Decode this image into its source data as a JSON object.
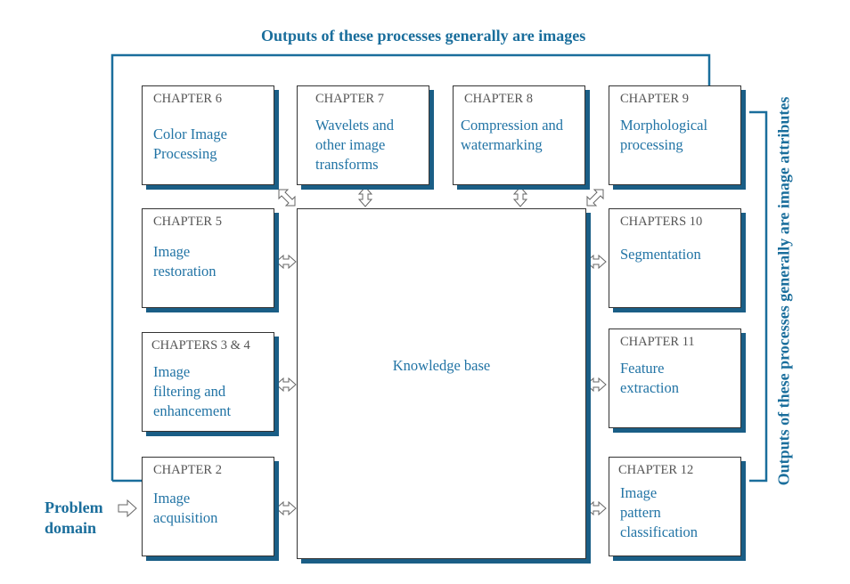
{
  "top_label": "Outputs of these processes generally are images",
  "side_label": "Outputs of these processes generally are image attributes",
  "input_label_line1": "Problem",
  "input_label_line2": "domain",
  "knowledge_base": "Knowledge base",
  "chapters": {
    "ch6": {
      "chapter": "CHAPTER 6",
      "title": "Color Image\nProcessing"
    },
    "ch7": {
      "chapter": "CHAPTER 7",
      "title": "Wavelets and\nother image\ntransforms"
    },
    "ch8": {
      "chapter": "CHAPTER 8",
      "title": "Compression and\nwatermarking"
    },
    "ch9": {
      "chapter": "CHAPTER 9",
      "title": "Morphological\nprocessing"
    },
    "ch5": {
      "chapter": "CHAPTER 5",
      "title": "Image\nrestoration"
    },
    "ch34": {
      "chapter": "CHAPTERS 3 & 4",
      "title": "Image\nfiltering and\nenhancement"
    },
    "ch2": {
      "chapter": "CHAPTER 2",
      "title": "Image\nacquisition"
    },
    "ch10": {
      "chapter": "CHAPTERS 10",
      "title": "Segmentation"
    },
    "ch11": {
      "chapter": "CHAPTER 11",
      "title": "Feature\nextraction"
    },
    "ch12": {
      "chapter": "CHAPTER 12",
      "title": "Image\npattern\nclassification"
    }
  },
  "colors": {
    "accent": "#1a6e9c",
    "title_text": "#2274a5",
    "shadow": "#1a5e86",
    "chapter_text": "#555555"
  }
}
